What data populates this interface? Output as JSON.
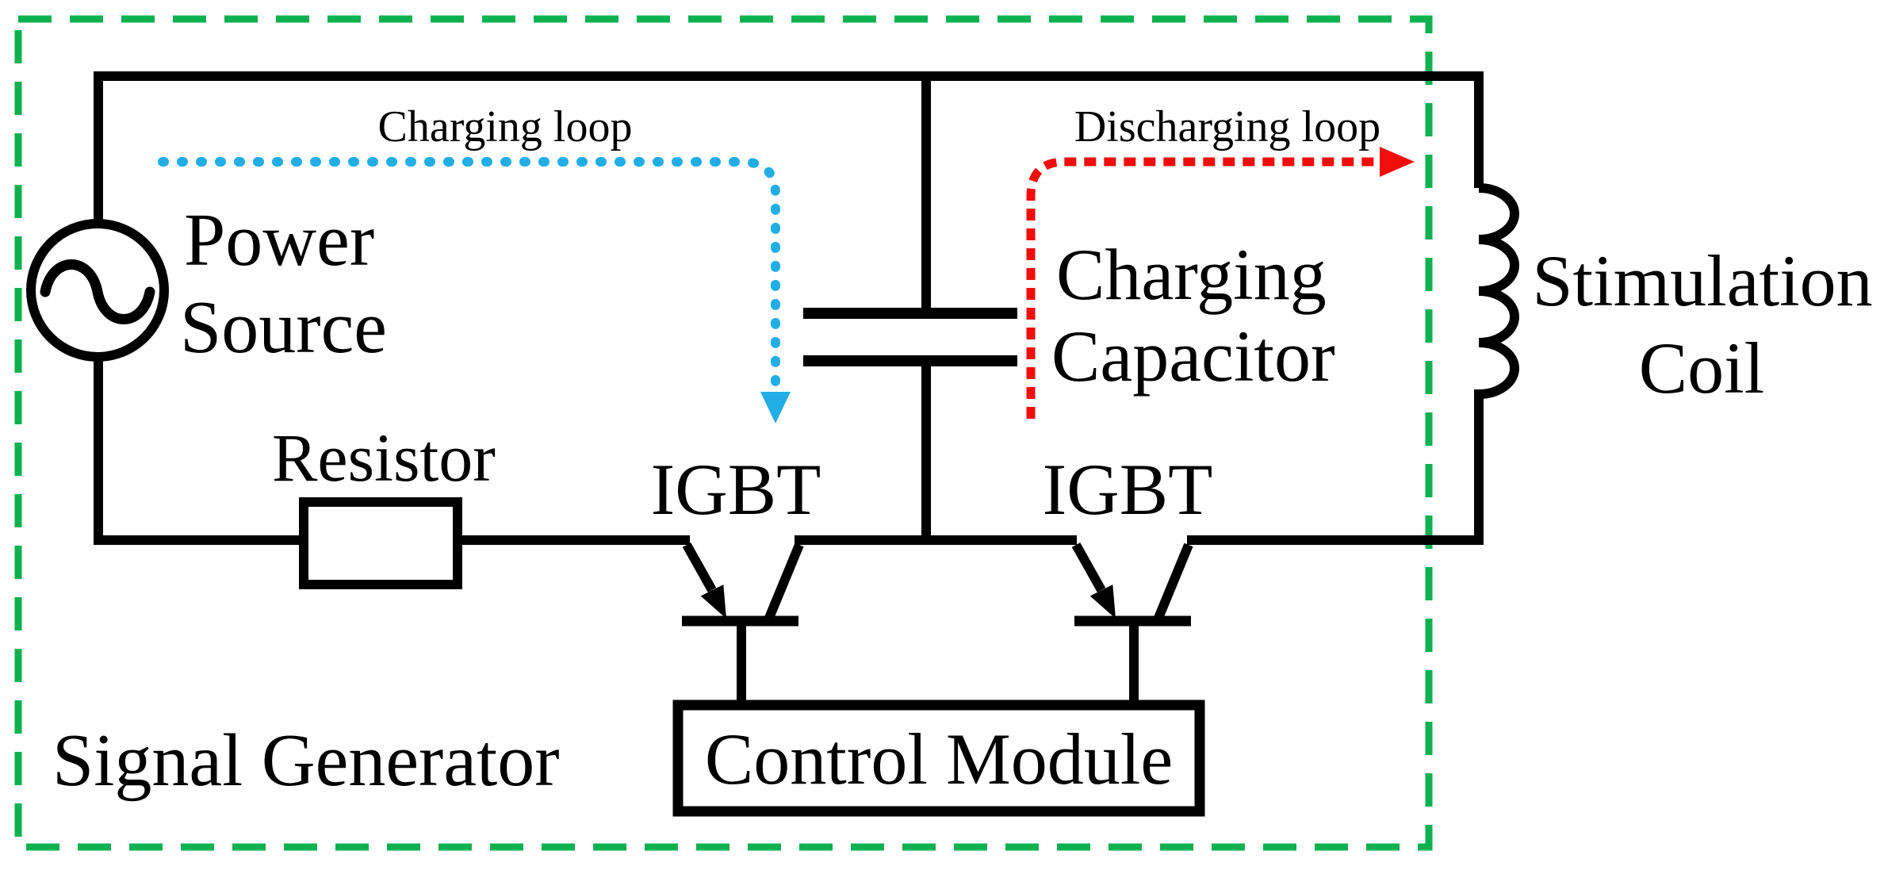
{
  "signal_generator": {
    "label": "Signal Generator",
    "boundary_color": "#0DB14F",
    "power_source": {
      "line1": "Power",
      "line2": "Source"
    },
    "resistor": {
      "label": "Resistor"
    },
    "charging_capacitor": {
      "line1": "Charging",
      "line2": "Capacitor"
    },
    "igbt_left": {
      "label": "IGBT"
    },
    "igbt_right": {
      "label": "IGBT"
    },
    "control_module": {
      "label": "Control Module"
    },
    "charging_loop": {
      "label": "Charging loop",
      "color": "#20AEE5"
    },
    "discharging_loop": {
      "label": "Discharging loop",
      "color": "#F20D0D"
    }
  },
  "stimulation_coil": {
    "line1": "Stimulation",
    "line2": "Coil"
  },
  "colors": {
    "wire": "#000000",
    "background": "#FFFFFF"
  }
}
